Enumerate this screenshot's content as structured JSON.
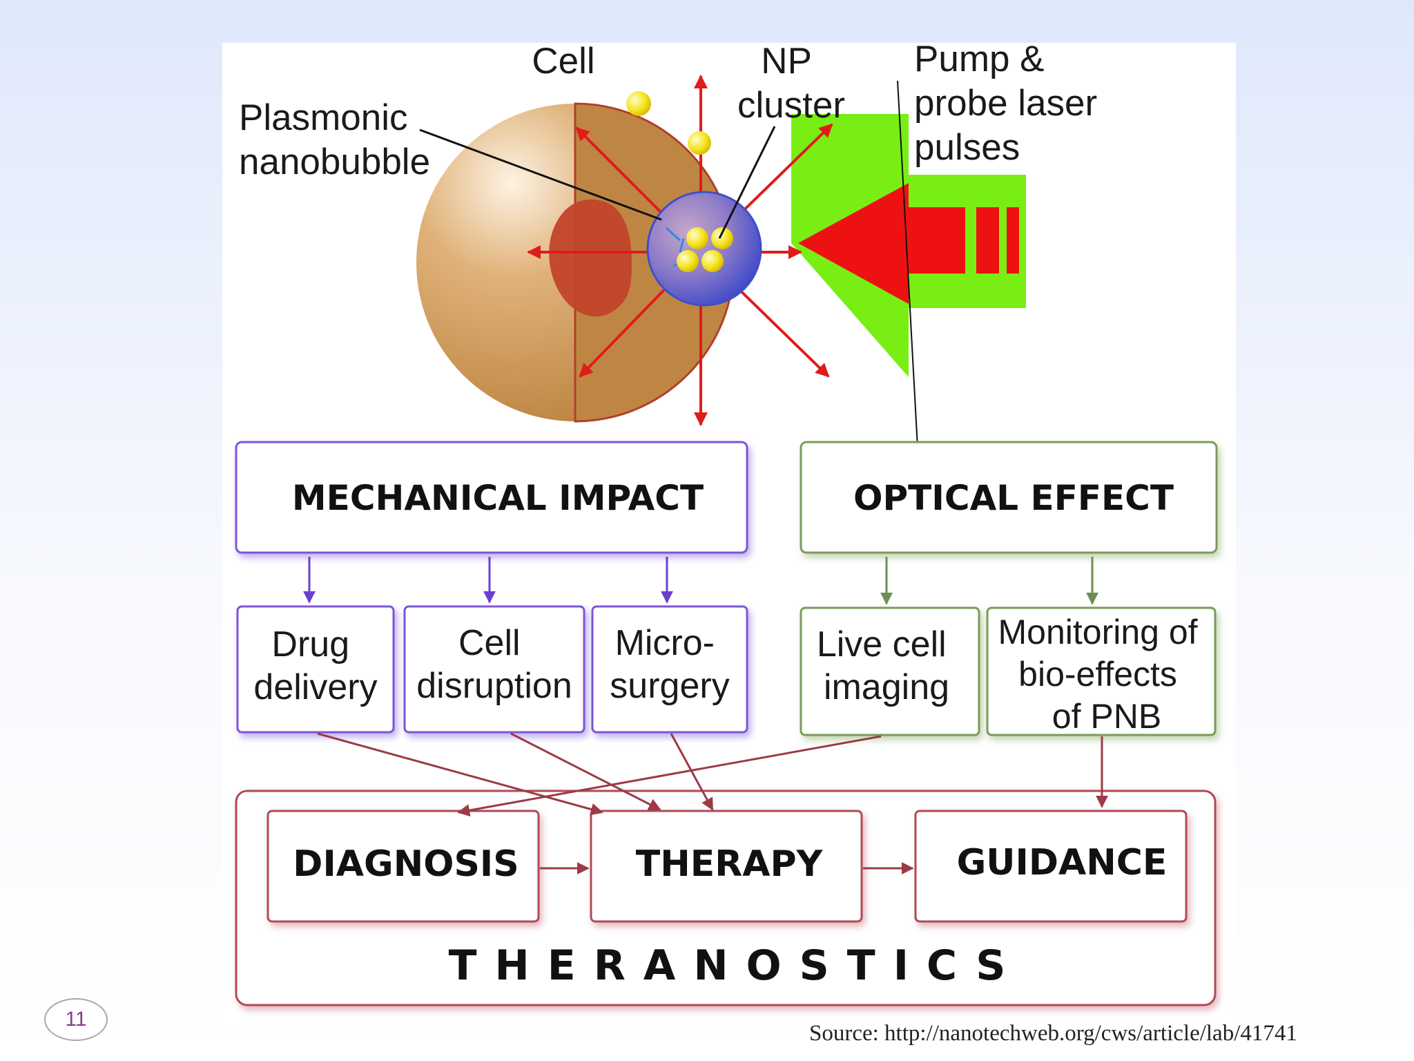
{
  "diagram": {
    "labels": {
      "cell": "Cell",
      "np_cluster": [
        "NP",
        "cluster"
      ],
      "pump_probe": [
        "Pump &",
        "probe laser",
        "pulses"
      ],
      "nanobubble": [
        "Plasmonic",
        "nanobubble"
      ]
    },
    "mechanical_impact": {
      "title": "MECHANICAL IMPACT",
      "items": [
        [
          "Drug",
          "delivery"
        ],
        [
          "Cell",
          "disruption"
        ],
        [
          "Micro-",
          "surgery"
        ]
      ]
    },
    "optical_effect": {
      "title": "OPTICAL EFFECT",
      "items": [
        [
          "Live cell",
          "imaging"
        ],
        [
          "Monitoring of",
          "bio-effects",
          "of PNB"
        ]
      ]
    },
    "theranostics": {
      "title": "THERANOSTICS",
      "items": [
        "DIAGNOSIS",
        "THERAPY",
        "GUIDANCE"
      ]
    }
  },
  "colors": {
    "mechanical": "#7b55d6",
    "optical": "#7a9a5a",
    "theranostics": "#b04a55",
    "laser_green": "#79ee14",
    "laser_red": "#ee1111",
    "cell_tan": "#c8924a",
    "nucleus": "#c2442a",
    "bubble_blue": "#4a5fd0",
    "nanoparticle": "#f5e51f"
  },
  "footer": {
    "page_number": "11",
    "source": "Source: http://nanotechweb.org/cws/article/lab/41741"
  }
}
